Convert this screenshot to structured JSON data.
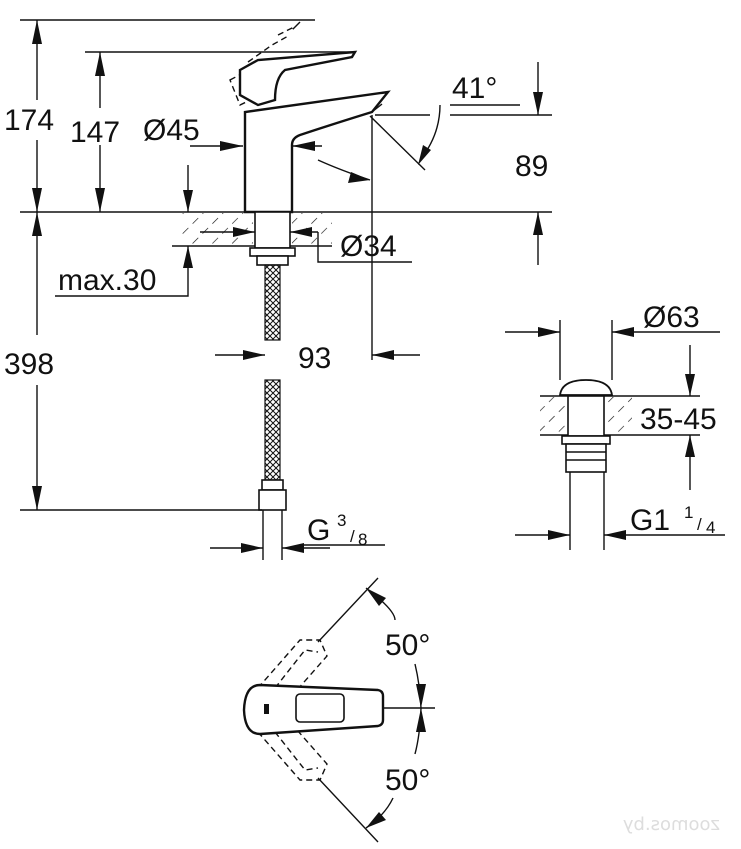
{
  "dimensions": {
    "total_height": "174",
    "lever_height": "147",
    "body_diameter": "Ø45",
    "spout_angle": "41°",
    "spout_height": "89",
    "shank_diameter": "Ø34",
    "max_deck_thickness": "max.30",
    "spout_reach": "93",
    "hose_length": "398",
    "hose_thread_prefix": "G",
    "hose_thread_num": "3",
    "hose_thread_den": "8",
    "waste_diameter": "Ø63",
    "waste_deck_range": "35-45",
    "waste_thread_prefix": "G1",
    "waste_thread_num": "1",
    "waste_thread_den": "4",
    "lever_rotation_left": "50°",
    "lever_rotation_right": "50°"
  },
  "watermark": "zoomos.by"
}
